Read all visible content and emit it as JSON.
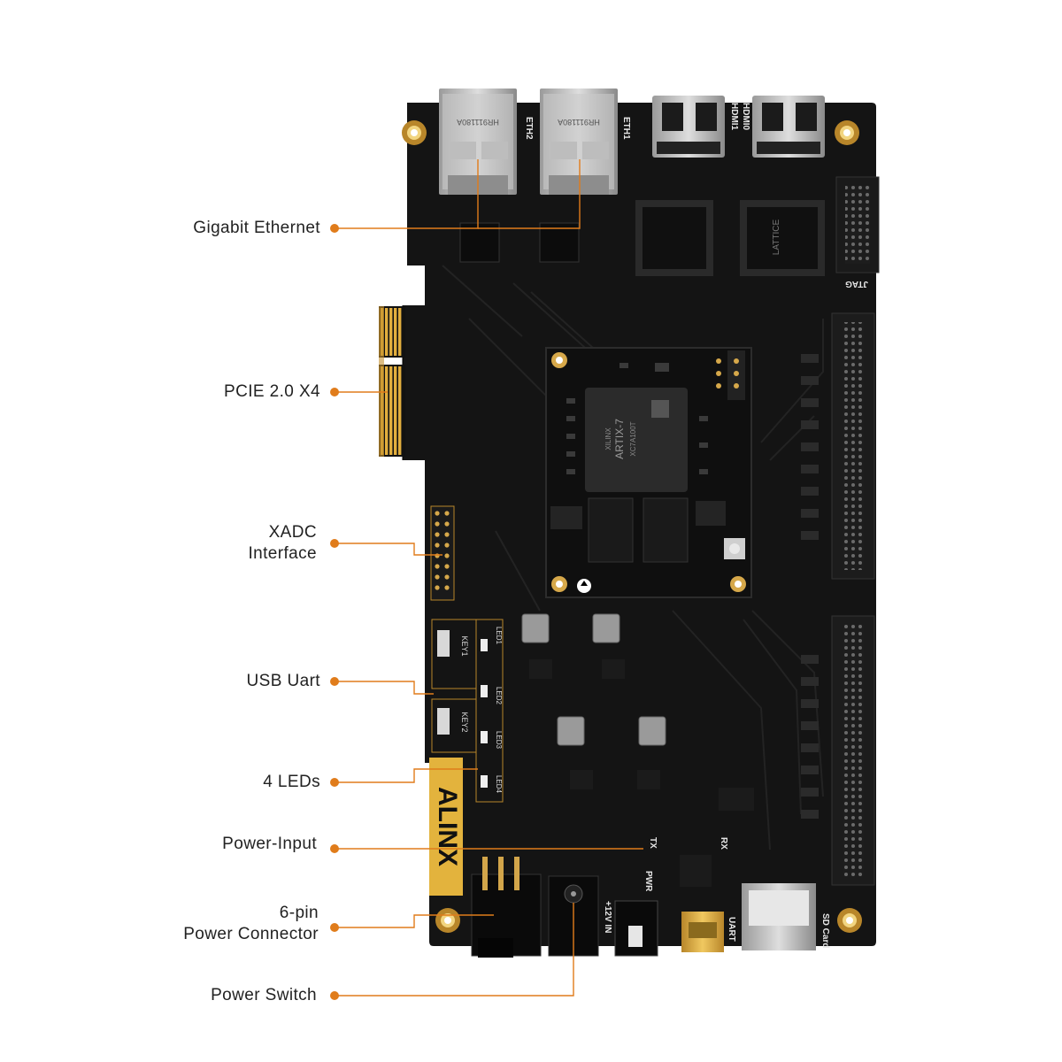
{
  "accent_color": "#e07c1b",
  "board_color": "#141414",
  "callouts": [
    {
      "id": "gigabit-ethernet",
      "lines": [
        "Gigabit Ethernet"
      ]
    },
    {
      "id": "pcie",
      "lines": [
        "PCIE 2.0 X4"
      ]
    },
    {
      "id": "xadc",
      "lines": [
        "XADC",
        "Interface"
      ]
    },
    {
      "id": "usb-uart",
      "lines": [
        "USB Uart"
      ]
    },
    {
      "id": "leds",
      "lines": [
        "4 LEDs"
      ]
    },
    {
      "id": "power-input",
      "lines": [
        "Power-Input"
      ]
    },
    {
      "id": "power-connector",
      "lines": [
        "6-pin",
        "Power Connector"
      ]
    },
    {
      "id": "power-switch",
      "lines": [
        "Power Switch"
      ]
    }
  ],
  "board": {
    "brand": "ALINX",
    "silkscreen": {
      "eth2": "ETH2",
      "eth1": "ETH1",
      "hdmi1": "HDMI1",
      "hdmi0": "HDMI0",
      "jtag": "JTAG",
      "sdcard": "SD Card",
      "uart": "UART",
      "tx": "TX",
      "rx": "RX",
      "pwr": "PWR",
      "vin": "+12V IN",
      "key1": "KEY1",
      "key2": "KEY2",
      "led1": "LED1",
      "led2": "LED2",
      "led3": "LED3",
      "led4": "LED4",
      "fpga_brand": "XILINX",
      "fpga_name": "ARTIX-7",
      "fpga_part": "XC7A100T",
      "lattice": "LATTICE",
      "rj45_model": "HR911180A"
    }
  }
}
